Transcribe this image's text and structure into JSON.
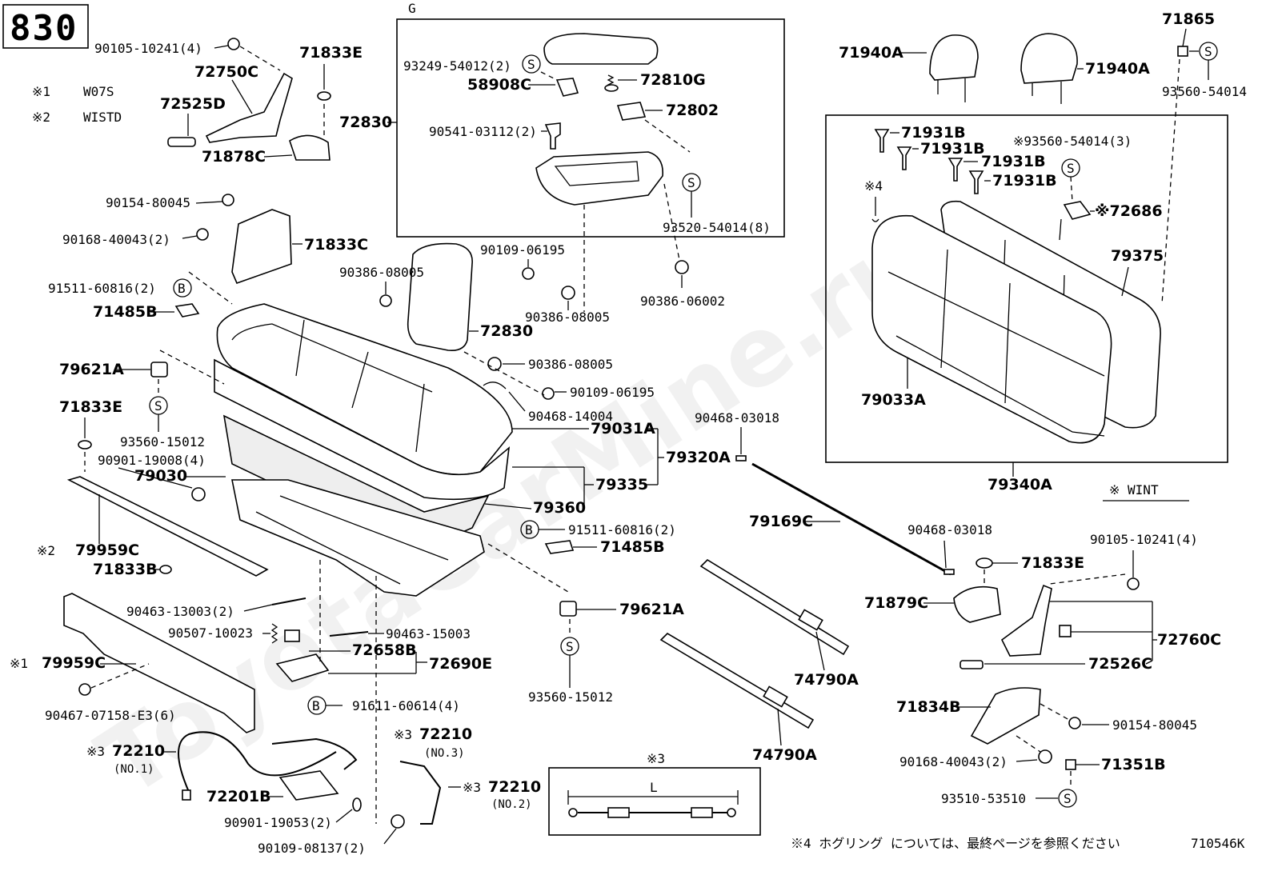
{
  "diagram": {
    "page_code": "830",
    "figure_code": "710546K",
    "watermark": "ToyotaCarMine.ru",
    "notes": {
      "n1_mark": "※1",
      "n1_text": "W07S",
      "n2_mark": "※2",
      "n2_text": "WISTD",
      "n3_mark": "※3",
      "n4_text": "※4 ホグリング については、最終ページを参照ください",
      "wint": "※ WINT",
      "box_g": "G",
      "dim_l": "L"
    },
    "symbols": {
      "s": "S",
      "b": "B"
    },
    "labels": {
      "p90105_10241_a": "90105-10241(4)",
      "p71833E_a": "71833E",
      "p72750C": "72750C",
      "p72525D": "72525D",
      "p71878C": "71878C",
      "p90154_80045_a": "90154-80045",
      "p90168_40043_a": "90168-40043(2)",
      "p71833C": "71833C",
      "p91511_60816_a": "91511-60816(2)",
      "p71485B_a": "71485B",
      "p79621A_a": "79621A",
      "p93560_15012_a": "93560-15012",
      "p71833E_b": "71833E",
      "p90901_19008": "90901-19008(4)",
      "p79030": "79030",
      "n2_79959C": "※2",
      "p79959C_a": "79959C",
      "p71833B": "71833B",
      "p90463_13003": "90463-13003(2)",
      "p90507_10023": "90507-10023",
      "n1_79959C": "※1",
      "p79959C_b": "79959C",
      "p90467_07158": "90467-07158-E3(6)",
      "n3_a": "※3",
      "p72210_no1": "72210",
      "no1": "(NO.1)",
      "p72201B": "72201B",
      "p90901_19053": "90901-19053(2)",
      "p90109_08137": "90109-08137(2)",
      "p93249_54012": "93249-54012(2)",
      "p58908C": "58908C",
      "p72810G": "72810G",
      "p72830_a": "72830",
      "p72802": "72802",
      "p90541_03112": "90541-03112(2)",
      "p93520_54014": "93520-54014(8)",
      "p90109_06195_a": "90109-06195",
      "p90386_08005_a": "90386-08005",
      "p90386_08005_b": "90386-08005",
      "p72830_b": "72830",
      "p90386_06002": "90386-06002",
      "p90386_08005_c": "90386-08005",
      "p90109_06195_b": "90109-06195",
      "p90468_14004": "90468-14004",
      "p79031A": "79031A",
      "p79320A": "79320A",
      "p79335": "79335",
      "p79360": "79360",
      "p91511_60816_b": "91511-60816(2)",
      "p71485B_b": "71485B",
      "p79621A_b": "79621A",
      "p93560_15012_b": "93560-15012",
      "p90463_15003": "90463-15003",
      "p72658B": "72658B",
      "p72690E": "72690E",
      "p91611_60614": "91611-60614(4)",
      "n3_b": "※3",
      "p72210_no3": "72210",
      "no3": "(NO.3)",
      "n3_c": "※3",
      "p72210_no2": "72210",
      "no2": "(NO.2)",
      "p90468_03018_a": "90468-03018",
      "p79169C": "79169C",
      "p90468_03018_b": "90468-03018",
      "p74790A_a": "74790A",
      "p74790A_b": "74790A",
      "p71940A_a": "71940A",
      "p71940A_b": "71940A",
      "p71865": "71865",
      "p93560_54014_a": "93560-54014",
      "p71931B_a": "71931B",
      "p71931B_b": "71931B",
      "p71931B_c": "71931B",
      "p71931B_d": "71931B",
      "p93560_54014_b": "※93560-54014(3)",
      "n4_mark": "※4",
      "p72686": "※72686",
      "p79375": "79375",
      "p79033A": "79033A",
      "p79340A": "79340A",
      "p90105_10241_b": "90105-10241(4)",
      "p71833E_c": "71833E",
      "p71879C": "71879C",
      "p72760C": "72760C",
      "p72526C": "72526C",
      "p71834B": "71834B",
      "p90154_80045_b": "90154-80045",
      "p90168_40043_b": "90168-40043(2)",
      "p71351B": "71351B",
      "p93510_53510": "93510-53510"
    }
  }
}
